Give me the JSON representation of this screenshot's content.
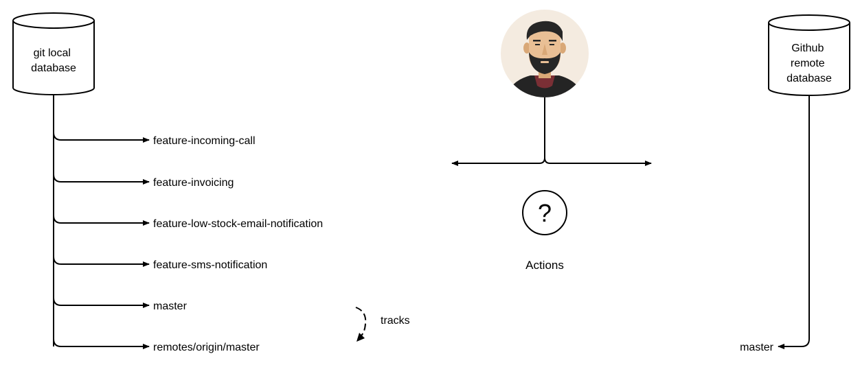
{
  "local_db": {
    "label_lines": [
      "git local",
      "database"
    ]
  },
  "remote_db": {
    "label_lines": [
      "Github",
      "remote",
      "database"
    ],
    "branch": "master"
  },
  "branches": [
    "feature-incoming-call",
    "feature-invoicing",
    "feature-low-stock-email-notification",
    "feature-sms-notification",
    "master",
    "remotes/origin/master"
  ],
  "tracks_label": "tracks",
  "actions_label": "Actions",
  "question_mark": "?",
  "colors": {
    "stroke": "#000000",
    "avatar_bg": "#f4ebe0",
    "skin": "#e9bf95",
    "skin_shadow": "#d9a877",
    "hair": "#262626",
    "shirt": "#242424",
    "collar": "#7a2f35"
  }
}
